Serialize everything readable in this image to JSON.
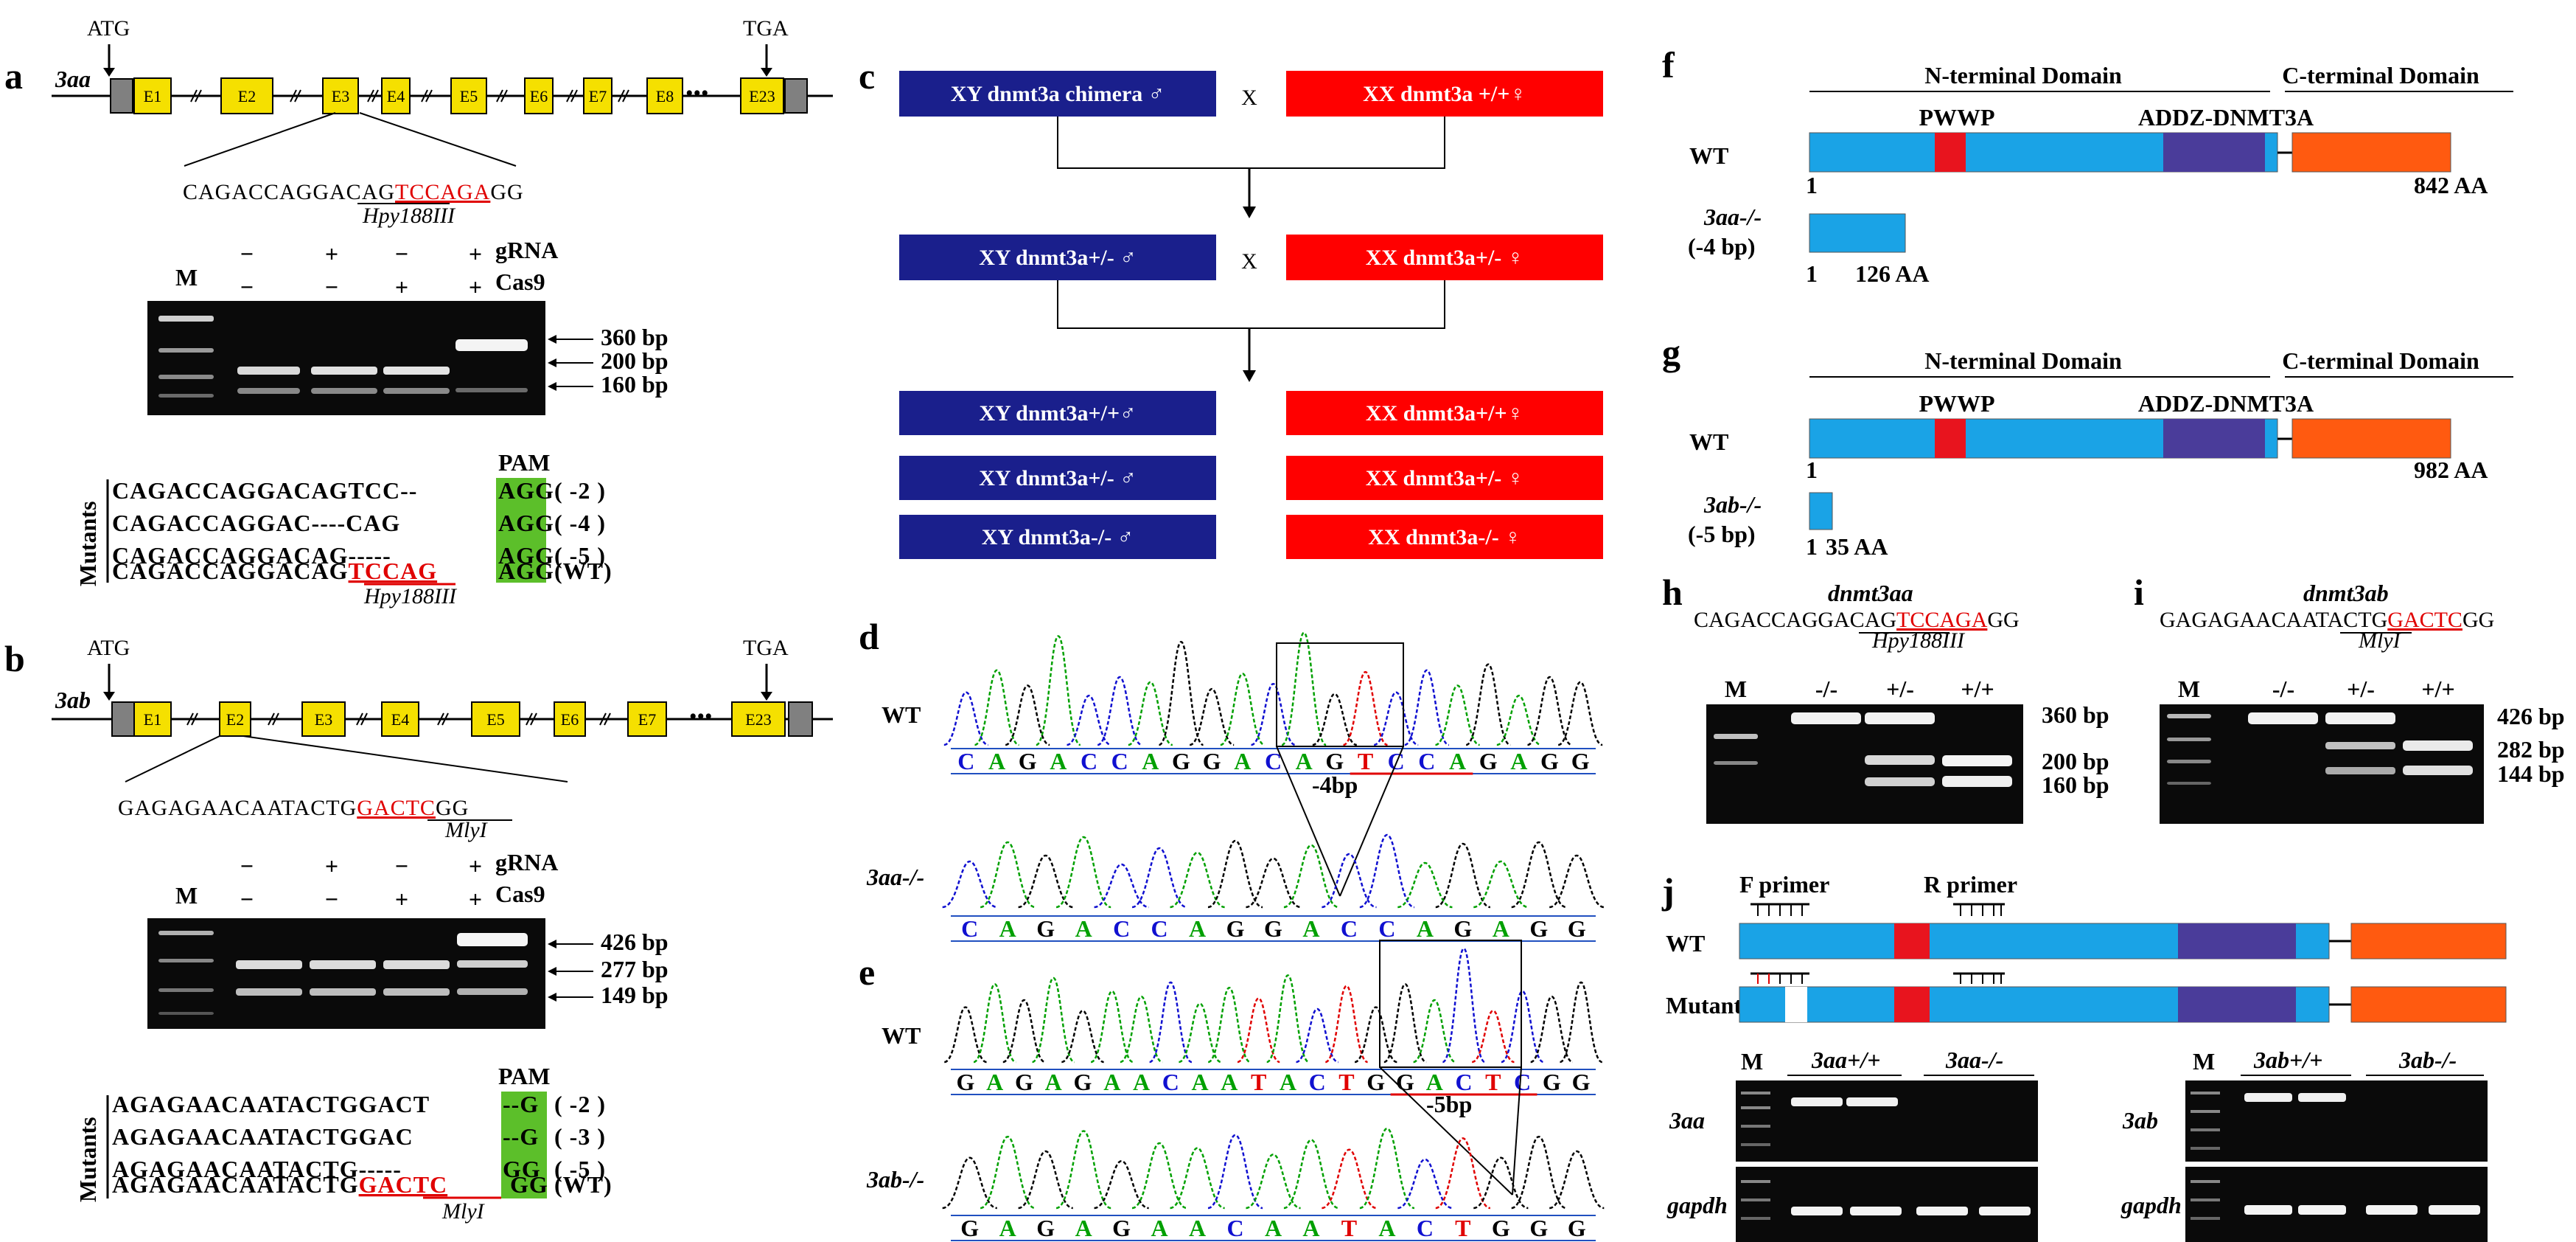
{
  "panels": {
    "a": {
      "letter": "a",
      "gene": "3aa",
      "atg": "ATG",
      "tga": "TGA",
      "exons": [
        "E1",
        "E2",
        "E3",
        "E4",
        "E5",
        "E6",
        "E7",
        "E8",
        "E23"
      ],
      "seq_pre": "CAGACCAGGACAG",
      "seq_site": "TCCAGA",
      "seq_post": "GG",
      "enzyme": "Hpy188III",
      "lane_M": "M",
      "grna_label": "gRNA",
      "cas9_label": "Cas9",
      "grna_signs": [
        "−",
        "+",
        "−",
        "+"
      ],
      "cas9_signs": [
        "−",
        "−",
        "+",
        "+"
      ],
      "bands": [
        "360 bp",
        "200 bp",
        "160 bp"
      ],
      "pam": "PAM",
      "mutants_label": "Mutants",
      "mutant_rows": [
        {
          "seq": "CAGACCAGGACAGTCC--",
          "pam": "AGG",
          "tag": "( -2 )"
        },
        {
          "seq": "CAGACCAGGAC----CAG",
          "pam": "AGG",
          "tag": "( -4 )"
        },
        {
          "seq": "CAGACCAGGACAG-----",
          "pam": "AGG",
          "tag": "( -5 )"
        }
      ],
      "wt_pre": "CAGACCAGGACAG",
      "wt_site": "TCCAG",
      "wt_pam": "AGG",
      "wt_tag": "(WT)",
      "wt_enzyme": "Hpy188III"
    },
    "b": {
      "letter": "b",
      "gene": "3ab",
      "atg": "ATG",
      "tga": "TGA",
      "exons": [
        "E1",
        "E2",
        "E3",
        "E4",
        "E5",
        "E6",
        "E7",
        "E23"
      ],
      "seq_pre": "GAGAGAACAATACTG",
      "seq_site": "GACTC",
      "seq_post": "GG",
      "enzyme": "MlyI",
      "lane_M": "M",
      "grna_label": "gRNA",
      "cas9_label": "Cas9",
      "grna_signs": [
        "−",
        "+",
        "−",
        "+"
      ],
      "cas9_signs": [
        "−",
        "−",
        "+",
        "+"
      ],
      "bands": [
        "426 bp",
        "277 bp",
        "149 bp"
      ],
      "pam": "PAM",
      "mutants_label": "Mutants",
      "mutant_rows": [
        {
          "seq": "AGAGAACAATACTGGACT",
          "pam": "--G",
          "tag": "( -2 )"
        },
        {
          "seq": "AGAGAACAATACTGGAC",
          "pam": "--G",
          "tag": "( -3 )"
        },
        {
          "seq": "AGAGAACAATACTG-----",
          "pam": "GG",
          "tag": "( -5 )"
        }
      ],
      "wt_pre": "AGAGAACAATACTG",
      "wt_site": "GACTC",
      "wt_pam": "GG",
      "wt_tag": "(WT)",
      "wt_enzyme": "MlyI"
    },
    "c": {
      "letter": "c",
      "gen0_male": "XY dnmt3a chimera ♂",
      "gen0_female": "XX dnmt3a +/+♀",
      "gen1_male": "XY dnmt3a+/- ♂",
      "gen1_female": "XX dnmt3a+/- ♀",
      "cross_sign": "X",
      "offspring_male": [
        "XY dnmt3a+/+♂",
        "XY dnmt3a+/- ♂",
        "XY dnmt3a-/- ♂"
      ],
      "offspring_female": [
        "XX dnmt3a+/+♀",
        "XX dnmt3a+/- ♀",
        "XX dnmt3a-/- ♀"
      ],
      "color_male": "#1a1f8c",
      "color_female": "#ff0000"
    },
    "d": {
      "letter": "d",
      "wt_label": "WT",
      "mut_label": "3aa-/-",
      "wt_bases": [
        "C",
        "A",
        "G",
        "A",
        "C",
        "C",
        "A",
        "G",
        "G",
        "A",
        "C",
        "A",
        "G",
        "T",
        "C",
        "C",
        "A",
        "G",
        "A",
        "G",
        "G"
      ],
      "mut_bases": [
        "C",
        "A",
        "G",
        "A",
        "C",
        "C",
        "A",
        "G",
        "G",
        "A",
        "C",
        "C",
        "A",
        "G",
        "A",
        "G",
        "G"
      ],
      "deletion": "-4bp"
    },
    "e": {
      "letter": "e",
      "wt_label": "WT",
      "mut_label": "3ab-/-",
      "wt_bases": [
        "G",
        "A",
        "G",
        "A",
        "G",
        "A",
        "A",
        "C",
        "A",
        "A",
        "T",
        "A",
        "C",
        "T",
        "G",
        "G",
        "A",
        "C",
        "T",
        "C",
        "G",
        "G"
      ],
      "mut_bases": [
        "G",
        "A",
        "G",
        "A",
        "G",
        "A",
        "A",
        "C",
        "A",
        "A",
        "T",
        "A",
        "C",
        "T",
        "G",
        "G",
        "G"
      ],
      "deletion": "-5bp"
    },
    "f": {
      "letter": "f",
      "n_domain": "N-terminal Domain",
      "c_domain": "C-terminal Domain",
      "pwwp": "PWWP",
      "addz": "ADDZ-DNMT3A",
      "wt_label": "WT",
      "start": "1",
      "wt_end": "842 AA",
      "mut_label": "3aa-/-",
      "mut_sub": "(-4 bp)",
      "mut_end": "126 AA",
      "mut_fraction": 0.1496
    },
    "g": {
      "letter": "g",
      "n_domain": "N-terminal Domain",
      "c_domain": "C-terminal Domain",
      "pwwp": "PWWP",
      "addz": "ADDZ-DNMT3A",
      "wt_label": "WT",
      "start": "1",
      "wt_end": "982 AA",
      "mut_label": "3ab-/-",
      "mut_sub": "(-5 bp)",
      "mut_end": "35 AA",
      "mut_fraction": 0.0356
    },
    "h": {
      "letter": "h",
      "gene": "dnmt3aa",
      "seq_pre": "CAGACCAGGACAG",
      "seq_site": "TCCAGA",
      "seq_post": "GG",
      "enzyme": "Hpy188III",
      "lanes": [
        "M",
        "-/-",
        "+/-",
        "+/+"
      ],
      "bands": [
        "360 bp",
        "200 bp",
        "160 bp"
      ]
    },
    "i": {
      "letter": "i",
      "gene": "dnmt3ab",
      "seq_pre": "GAGAGAACAATACTG",
      "seq_site": "GACTC",
      "seq_post": "GG",
      "enzyme": "MlyI",
      "lanes": [
        "M",
        "-/-",
        "+/-",
        "+/+"
      ],
      "bands": [
        "426 bp",
        "282 bp",
        "144 bp"
      ]
    },
    "j": {
      "letter": "j",
      "f_primer": "F primer",
      "r_primer": "R primer",
      "wt_label": "WT",
      "mut_label": "Mutant",
      "gel1": {
        "M": "M",
        "g1": "3aa+/+",
        "g2": "3aa-/-",
        "row1": "3aa",
        "row2": "gapdh"
      },
      "gel2": {
        "M": "M",
        "g1": "3ab+/+",
        "g2": "3ab-/-",
        "row1": "3ab",
        "row2": "gapdh"
      }
    }
  },
  "colors": {
    "exon": "#f5e000",
    "utr": "#808080",
    "domain_blue": "#1aa3e6",
    "pwwp": "#e8141e",
    "addz": "#4a3c9a",
    "cterm": "#ff5a10",
    "pam_green": "#5cbf2a",
    "site_red": "#e00000",
    "trace_A": "#00a000",
    "trace_C": "#1010d0",
    "trace_G": "#000000",
    "trace_T": "#e00000"
  }
}
